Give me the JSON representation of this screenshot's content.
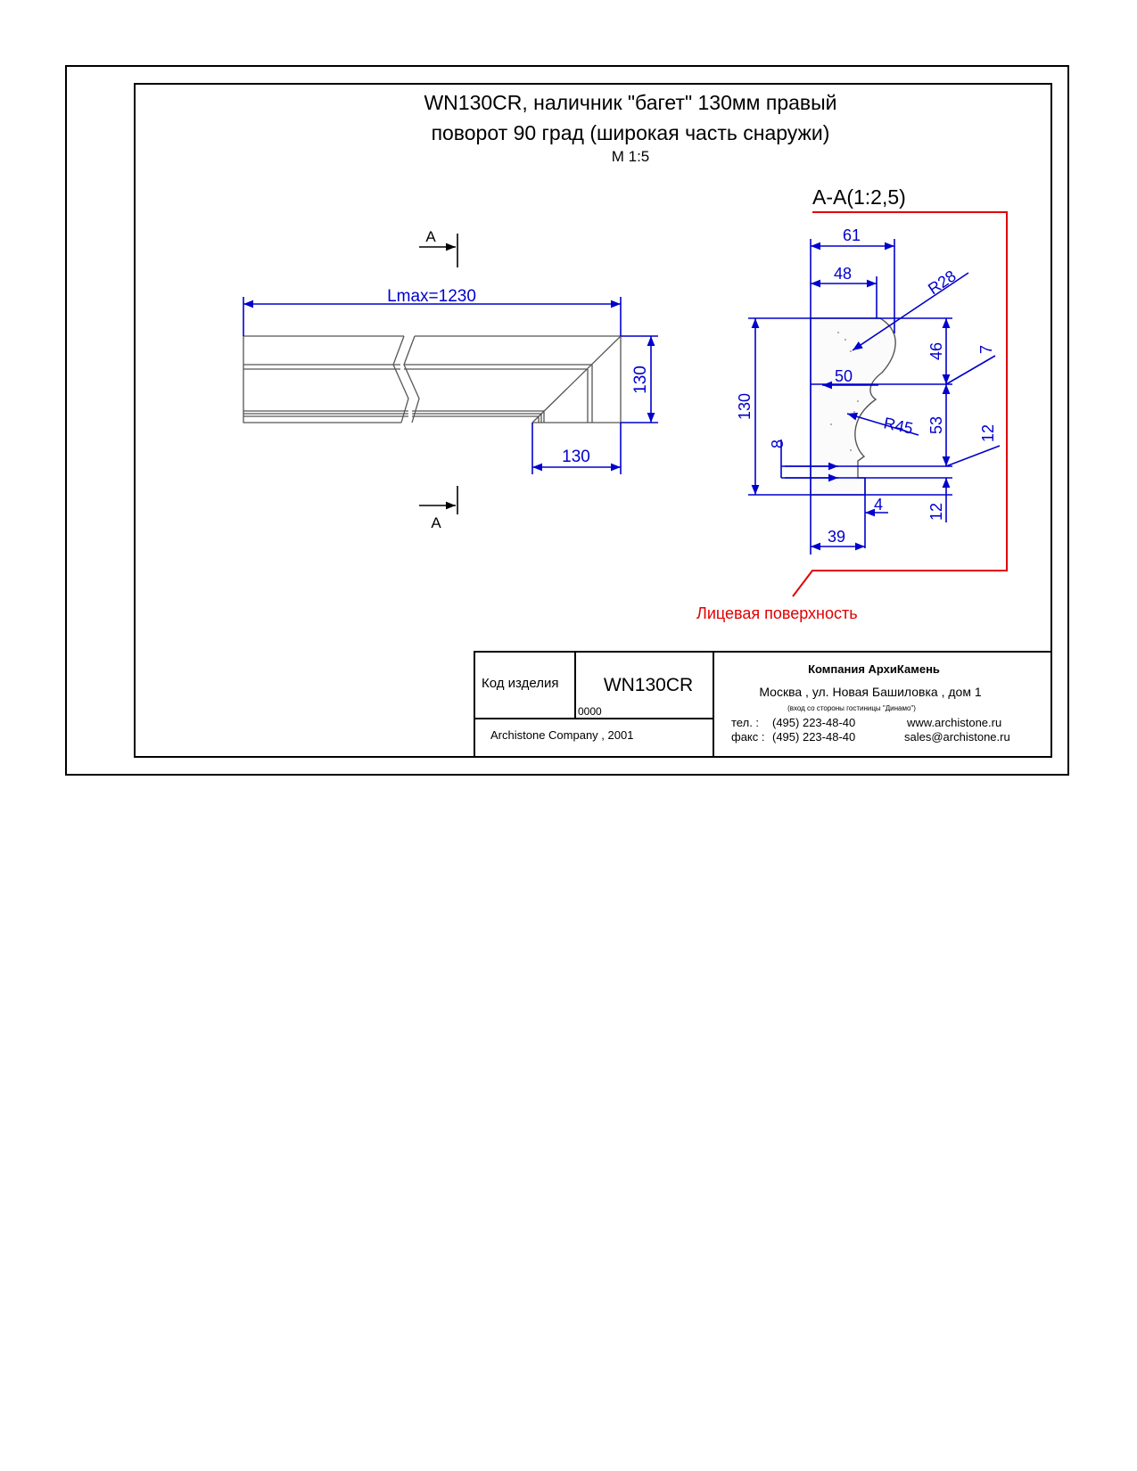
{
  "title": {
    "line1": "WN130CR, наличник \"багет\" 130мм правый",
    "line2": "поворот 90 град (широкая часть снаружи)",
    "scale": "М 1:5"
  },
  "section": {
    "label": "А-А(1:2,5)",
    "marker": "А",
    "face_label": "Лицевая поверхность"
  },
  "view_dims": {
    "length": "Lmax=1230",
    "height": "130",
    "width": "130"
  },
  "section_dims": {
    "d61": "61",
    "d48": "48",
    "r28": "R28",
    "d46": "46",
    "d7": "7",
    "d50": "50",
    "d130": "130",
    "r45": "R45",
    "d53": "53",
    "d12a": "12",
    "d8": "8",
    "d4": "4",
    "d12b": "12",
    "d39": "39"
  },
  "title_block": {
    "code_label": "Код изделия",
    "code_value": "WN130CR",
    "code_sub": "0000",
    "copyright": "Archistone  Company ,  2001",
    "company": "Компания  АрхиКамень",
    "address": "Москва , ул. Новая Башиловка , дом 1",
    "address_note": "(вход со стороны гостиницы \"Динамо\")",
    "phone_label": "тел.   :",
    "phone": "(495) 223-48-40",
    "fax_label": "факс :",
    "fax": "(495) 223-48-40",
    "website": "www.archistone.ru",
    "email": "sales@archistone.ru"
  },
  "colors": {
    "dimension": "#0000cc",
    "face": "#e00000",
    "line": "#000000"
  }
}
